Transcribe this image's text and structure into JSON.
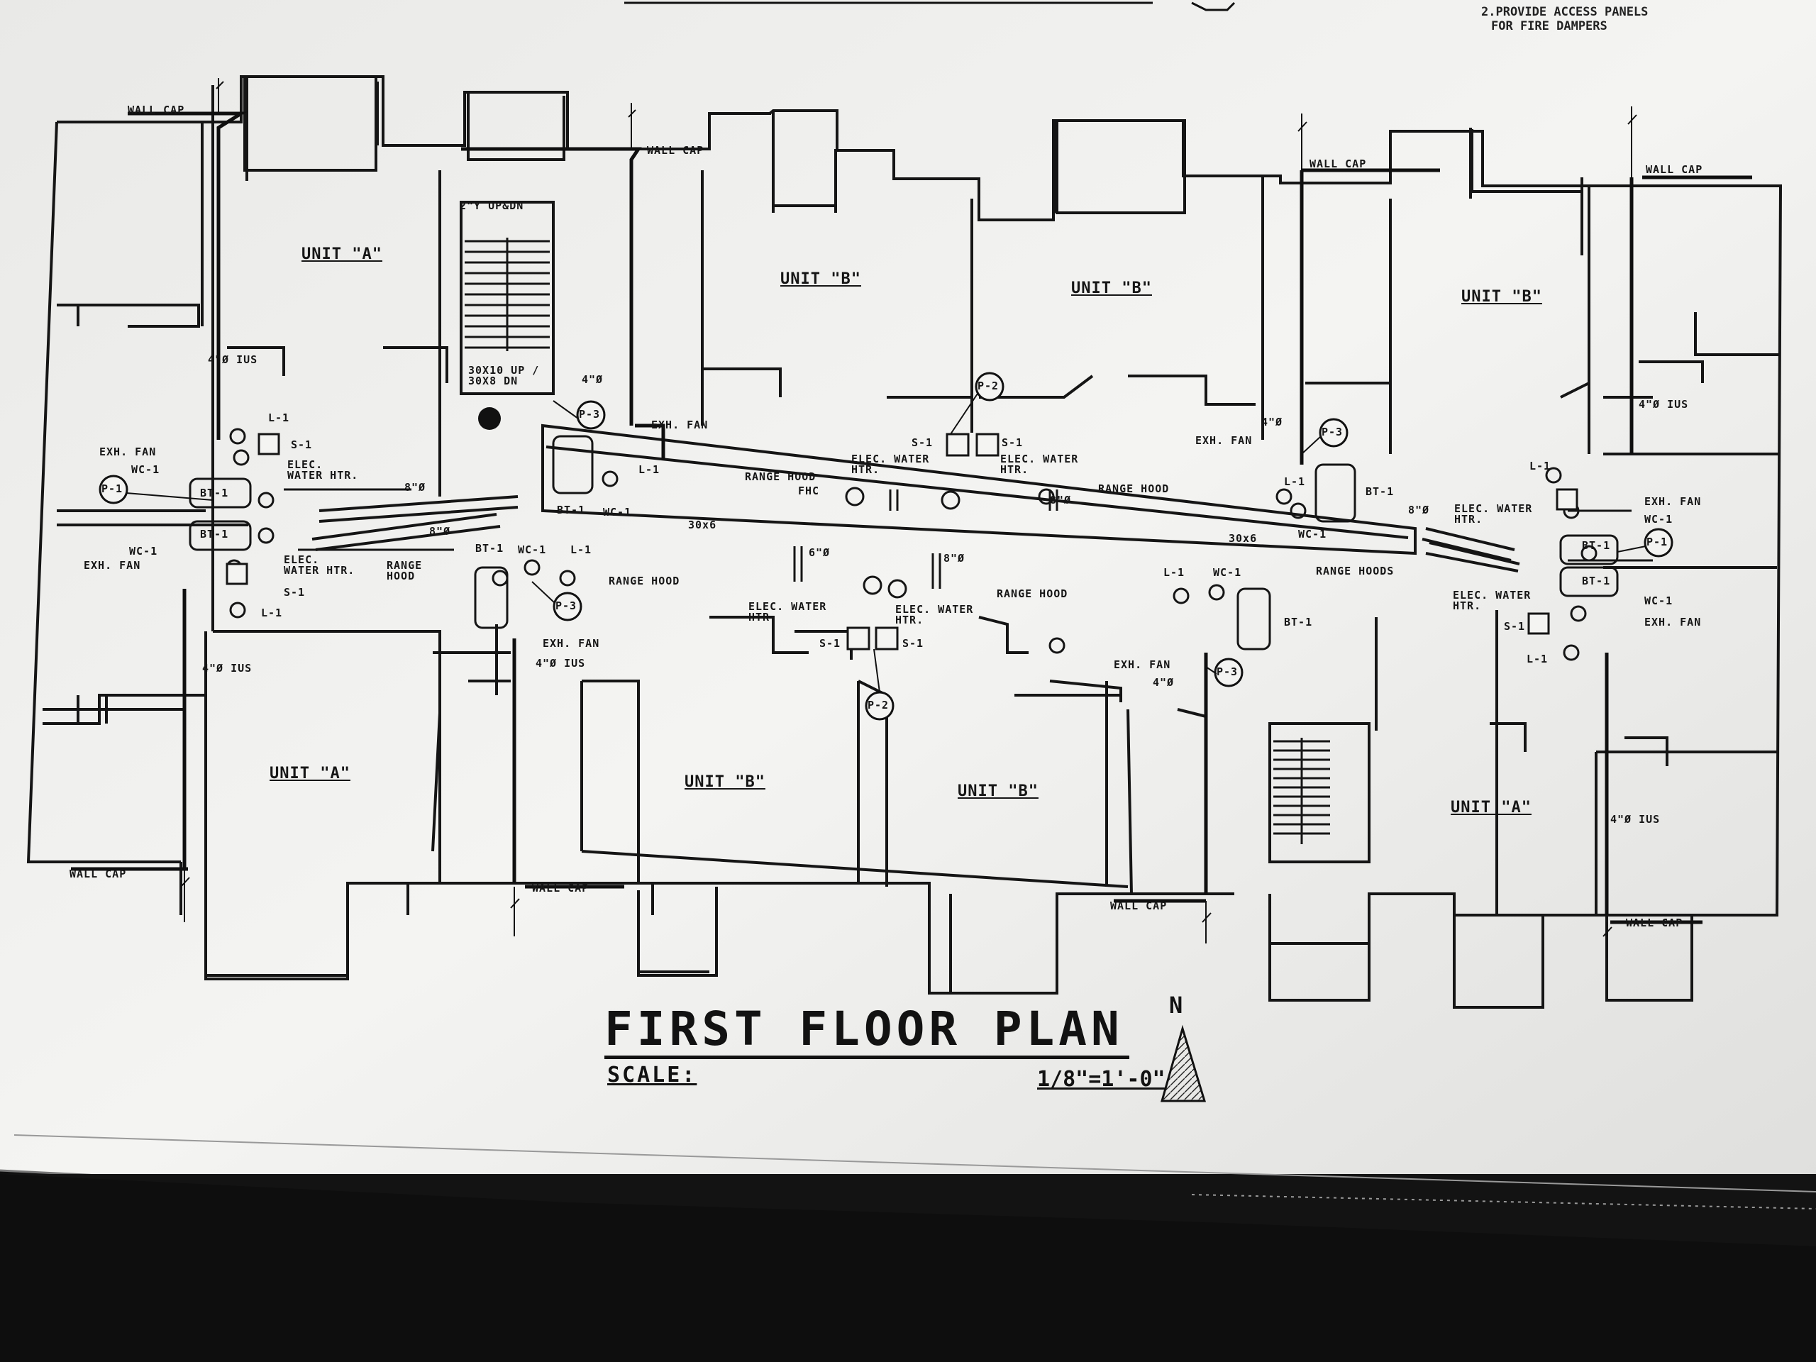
{
  "drawing": {
    "title": "FIRST FLOOR PLAN",
    "scale_label": "SCALE:",
    "scale_value": "1/8\"=1'-0\"",
    "north_symbol": "N",
    "note_line1": "2.PROVIDE ACCESS PANELS",
    "note_line2": "FOR FIRE DAMPERS"
  },
  "units": {
    "a_nw": "UNIT \"A\"",
    "b_n1": "UNIT \"B\"",
    "b_n2": "UNIT \"B\"",
    "b_ne": "UNIT \"B\"",
    "a_sw": "UNIT \"A\"",
    "b_s1": "UNIT \"B\"",
    "b_s2": "UNIT \"B\"",
    "a_se": "UNIT \"A\""
  },
  "labels": {
    "wall_cap": "WALL CAP",
    "exh_fan": "EXH. FAN",
    "elec_water_htr": "ELEC. WATER HTR.",
    "range_hood": "RANGE HOOD",
    "range_hoods": "RANGE HOODS",
    "stair_up_dn": "2\"Y UP&DN",
    "ius_4": "4\"Ø IUS",
    "d8": "8\"Ø",
    "d6": "6\"Ø",
    "d4": "4\"Ø",
    "duct_30x6": "30x6",
    "duct_30x10": "30X10 UP / 30X8 DN",
    "fhc": "FHC",
    "bt1": "BT-1",
    "wc1": "WC-1",
    "l1": "L-1",
    "s1": "S-1",
    "riser_p2": "P-2",
    "riser_p3": "P-3",
    "riser_p1": "P-1"
  }
}
